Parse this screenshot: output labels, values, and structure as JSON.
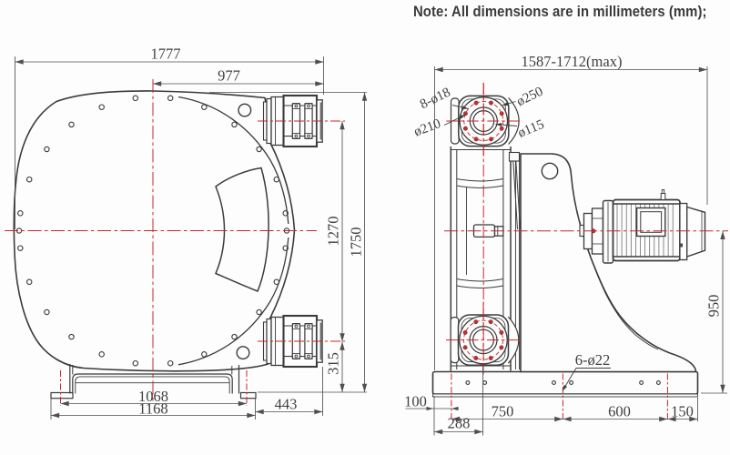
{
  "note": "Note: All dimensions are in millimeters (mm);",
  "colors": {
    "line": "#3b3b3b",
    "dim_line": "#4f4f4f",
    "centerline": "#c82727",
    "background": "#fdfdfd"
  },
  "front_view": {
    "dims": {
      "overall_width": "1777",
      "center_to_port_end": "977",
      "port_spacing": "1270",
      "total_height": "1750",
      "port_to_base": "315",
      "foot_centers": "1068",
      "base_width": "1168",
      "base_to_port_end": "443"
    }
  },
  "side_view": {
    "dims": {
      "overall_length": "1587-1712(max)",
      "axis_height": "950",
      "edge_to_first_hole": "100",
      "edge_to_flange_axis": "288",
      "hole_spacing_a": "750",
      "hole_spacing_b": "600",
      "hole_to_edge": "150"
    },
    "labels": {
      "flange_bolt_holes": "8-ø18",
      "flange_outer_dia": "ø250",
      "bolt_circle_dia": "ø210",
      "flange_bore_dia": "ø115",
      "base_holes": "6-ø22"
    }
  }
}
